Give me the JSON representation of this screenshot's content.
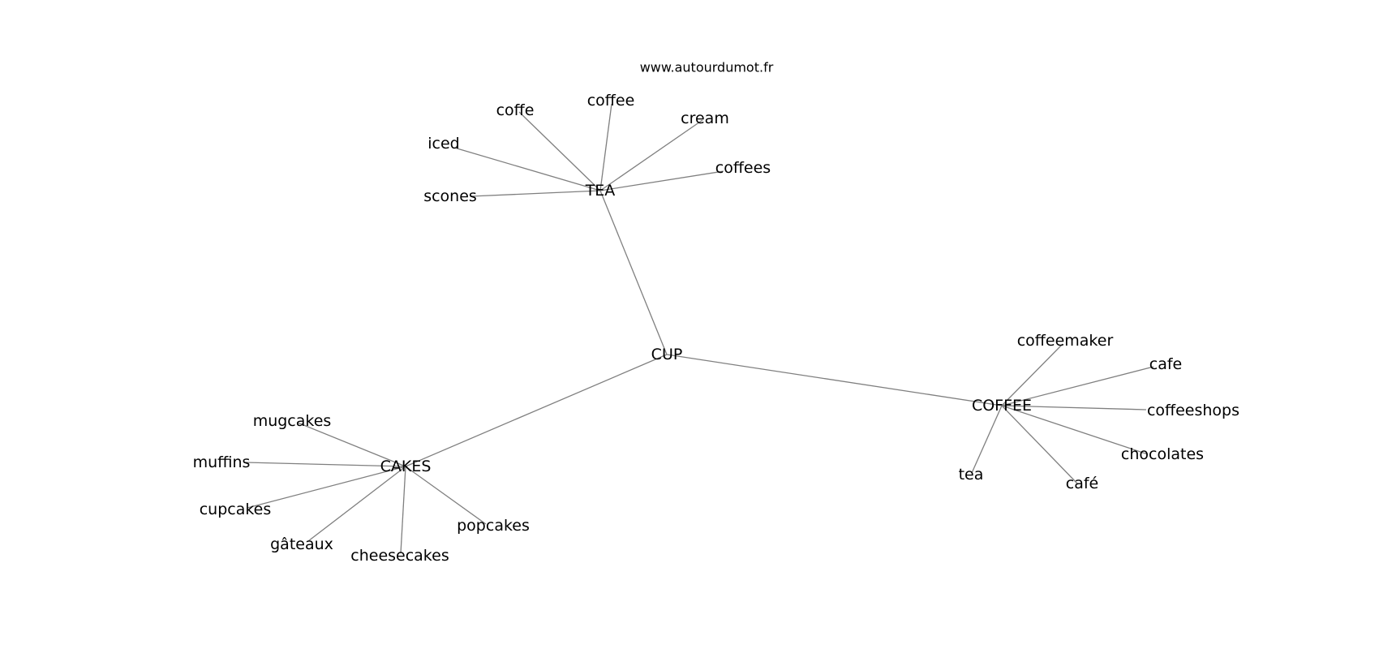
{
  "watermark": "www.autourdumot.fr",
  "graph": {
    "center": "CUP",
    "hubs": [
      "TEA",
      "COFFEE",
      "CAKES"
    ],
    "nodes": [
      {
        "id": "cup",
        "label": "CUP"
      },
      {
        "id": "tea",
        "label": "TEA"
      },
      {
        "id": "coffee-hub",
        "label": "COFFEE"
      },
      {
        "id": "cakes",
        "label": "CAKES"
      },
      {
        "id": "coffe",
        "label": "coffe"
      },
      {
        "id": "coffee",
        "label": "coffee"
      },
      {
        "id": "cream",
        "label": "cream"
      },
      {
        "id": "iced",
        "label": "iced"
      },
      {
        "id": "coffees",
        "label": "coffees"
      },
      {
        "id": "scones",
        "label": "scones"
      },
      {
        "id": "coffeemaker",
        "label": "coffeemaker"
      },
      {
        "id": "cafe",
        "label": "cafe"
      },
      {
        "id": "coffeeshops",
        "label": "coffeeshops"
      },
      {
        "id": "chocolates",
        "label": "chocolates"
      },
      {
        "id": "tea-leaf",
        "label": "tea"
      },
      {
        "id": "cafe-accent",
        "label": "café"
      },
      {
        "id": "mugcakes",
        "label": "mugcakes"
      },
      {
        "id": "muffins",
        "label": "muffins"
      },
      {
        "id": "cupcakes",
        "label": "cupcakes"
      },
      {
        "id": "gateaux",
        "label": "gâteaux"
      },
      {
        "id": "cheesecakes",
        "label": "cheesecakes"
      },
      {
        "id": "popcakes",
        "label": "popcakes"
      }
    ],
    "edges": [
      [
        "cup",
        "tea"
      ],
      [
        "cup",
        "coffee-hub"
      ],
      [
        "cup",
        "cakes"
      ],
      [
        "tea",
        "coffe"
      ],
      [
        "tea",
        "coffee"
      ],
      [
        "tea",
        "cream"
      ],
      [
        "tea",
        "iced"
      ],
      [
        "tea",
        "coffees"
      ],
      [
        "tea",
        "scones"
      ],
      [
        "coffee-hub",
        "coffeemaker"
      ],
      [
        "coffee-hub",
        "cafe"
      ],
      [
        "coffee-hub",
        "coffeeshops"
      ],
      [
        "coffee-hub",
        "chocolates"
      ],
      [
        "coffee-hub",
        "tea-leaf"
      ],
      [
        "coffee-hub",
        "cafe-accent"
      ],
      [
        "cakes",
        "mugcakes"
      ],
      [
        "cakes",
        "muffins"
      ],
      [
        "cakes",
        "cupcakes"
      ],
      [
        "cakes",
        "gateaux"
      ],
      [
        "cakes",
        "cheesecakes"
      ],
      [
        "cakes",
        "popcakes"
      ]
    ]
  }
}
